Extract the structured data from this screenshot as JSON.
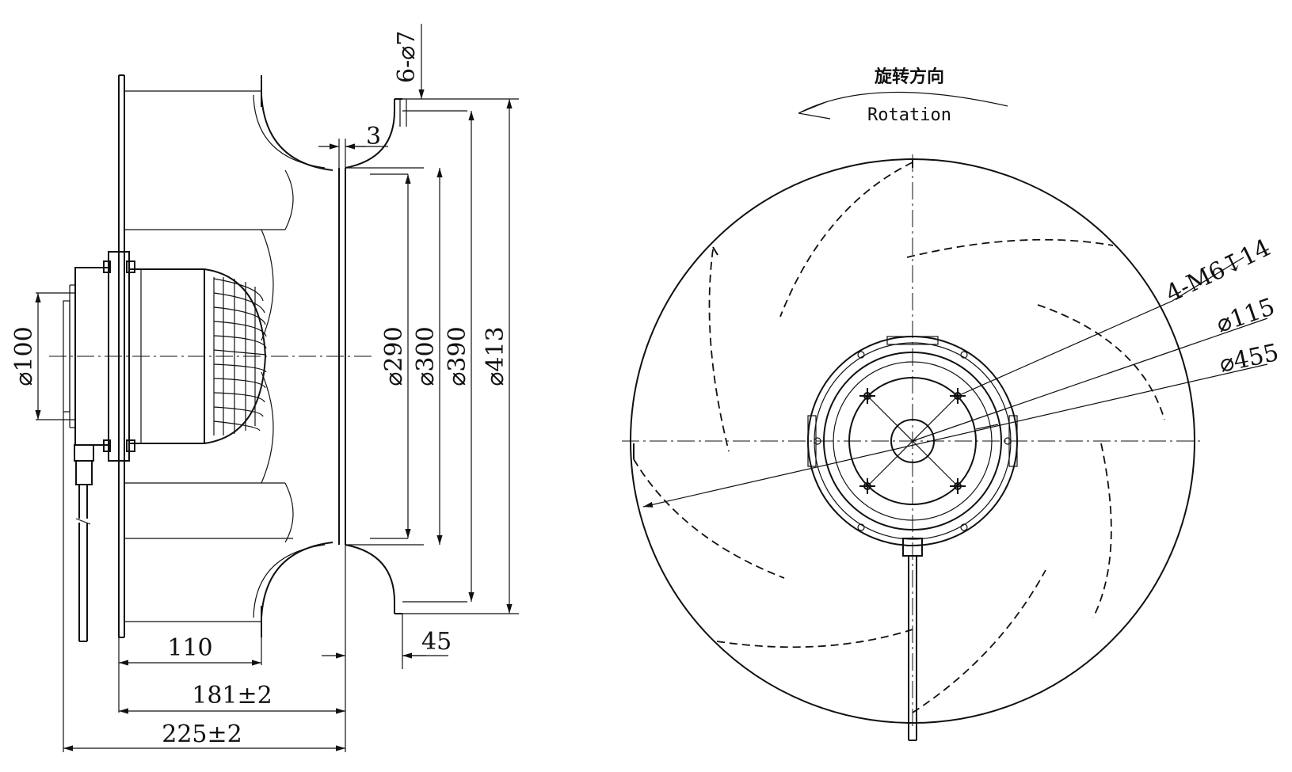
{
  "side_view": {
    "dims": {
      "holes": "6-⌀7",
      "gap": "3",
      "d290": "⌀290",
      "d300": "⌀300",
      "d390": "⌀390",
      "d413": "⌀413",
      "d100": "⌀100",
      "len110": "110",
      "len181": "181±2",
      "len225": "225±2",
      "len45": "45"
    }
  },
  "front_view": {
    "rotation_cn": "旋转方向",
    "rotation_en": "Rotation",
    "callouts": {
      "thread": "4-M6↧14",
      "d115": "⌀115",
      "d455": "⌀455"
    }
  }
}
